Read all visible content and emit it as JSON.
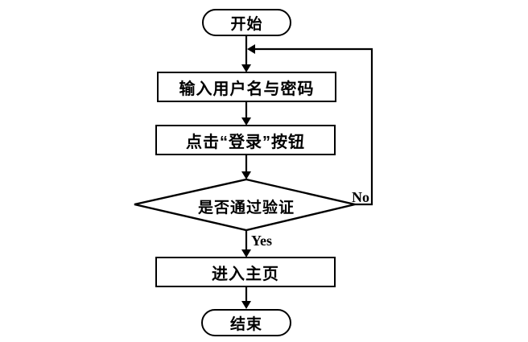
{
  "flowchart": {
    "nodes": {
      "start": {
        "label": "开始",
        "type": "terminator"
      },
      "input": {
        "label": "输入用户名与密码",
        "type": "process"
      },
      "click": {
        "label": "点击“登录”按钮",
        "type": "process"
      },
      "verify": {
        "label": "是否通过验证",
        "type": "decision"
      },
      "home": {
        "label": "进入主页",
        "type": "process"
      },
      "end": {
        "label": "结束",
        "type": "terminator"
      }
    },
    "edges": {
      "yes_label": "Yes",
      "no_label": "No"
    },
    "colors": {
      "stroke": "#000000",
      "fill": "#ffffff",
      "text": "#000000",
      "background": "#ffffff"
    }
  }
}
